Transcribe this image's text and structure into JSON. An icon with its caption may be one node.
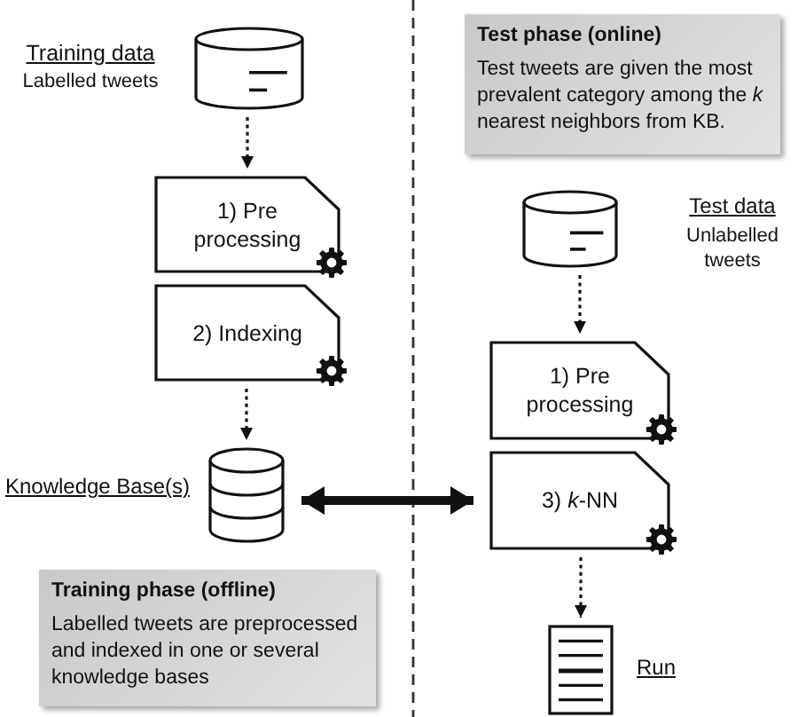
{
  "diagram": {
    "nodes": [
      {
        "text": [],
        "shape": "cylinder",
        "beside": [
          "Training data",
          "Labelled tweets"
        ]
      },
      {
        "text": [
          "1) Pre processing"
        ]
      },
      {
        "text": [
          "2) Indexing"
        ]
      },
      {
        "text": [],
        "shape": "cylinder",
        "beside": [
          "Knowledge Base(s)"
        ]
      },
      {
        "text": [
          "Training phase (offline)",
          "Labelled tweets are preprocessed and indexed in one or several knowledge bases"
        ]
      },
      {
        "text": [
          "Test phase (online)",
          "Test tweets are given the most prevalent category among the *k* nearest neighbors from KB."
        ]
      },
      {
        "text": [],
        "shape": "cylinder",
        "beside": [
          "Test data",
          "Unlabelled tweets"
        ]
      },
      {
        "text": [
          "1) Pre processing"
        ]
      },
      {
        "text": [
          "3) *k*-NN"
        ]
      },
      {
        "text": [],
        "shape": "document",
        "beside": [
          "Run"
        ]
      }
    ],
    "edges": [
      {
        "from": 0,
        "to": 1,
        "arrow": "to",
        "style": "dashed"
      },
      {
        "from": 2,
        "to": 3,
        "arrow": "to",
        "style": "dashed"
      },
      {
        "from": 6,
        "to": 7,
        "arrow": "to",
        "style": "dashed"
      },
      {
        "from": 8,
        "to": 9,
        "arrow": "to",
        "style": "dashed"
      },
      {
        "from": 3,
        "to": 8,
        "arrow": "both",
        "style": "thick"
      }
    ]
  }
}
